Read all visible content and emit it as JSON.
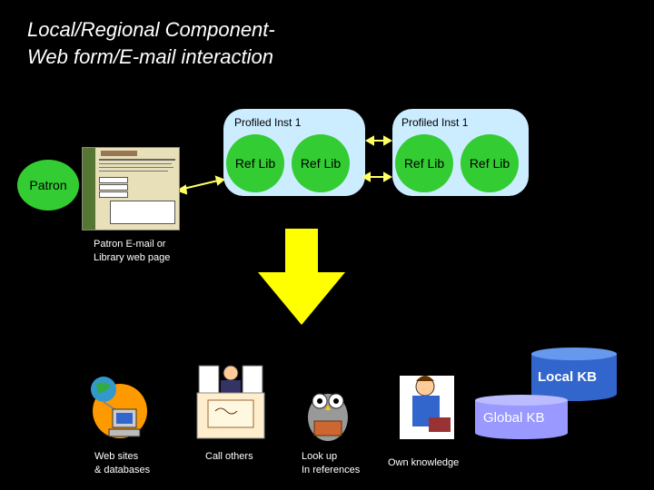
{
  "title": {
    "line1": "Local/Regional Component-",
    "line2": "Web form/E-mail interaction"
  },
  "profiled_inst": [
    {
      "label": "Profiled Inst 1",
      "ref_libs": [
        "Ref Lib",
        "Ref Lib"
      ]
    },
    {
      "label": "Profiled Inst 1",
      "ref_libs": [
        "Ref Lib",
        "Ref Lib"
      ]
    }
  ],
  "patron": {
    "label": "Patron"
  },
  "patron_caption": {
    "line1": "Patron E-mail or",
    "line2": "Library web page"
  },
  "kb": {
    "local": "Local KB",
    "global": "Global KB"
  },
  "resources": [
    {
      "line1": "Web sites",
      "line2": "& databases"
    },
    {
      "line1": "Call others",
      "line2": ""
    },
    {
      "line1": "Look up",
      "line2": "In references"
    },
    {
      "line1": "Own knowledge",
      "line2": ""
    }
  ],
  "colors": {
    "ref_lib": "#33cc33",
    "inst_bg": "#ccecff",
    "arrow": "#ffff00",
    "local_kb": "#3366cc",
    "global_kb": "#9999ff"
  }
}
